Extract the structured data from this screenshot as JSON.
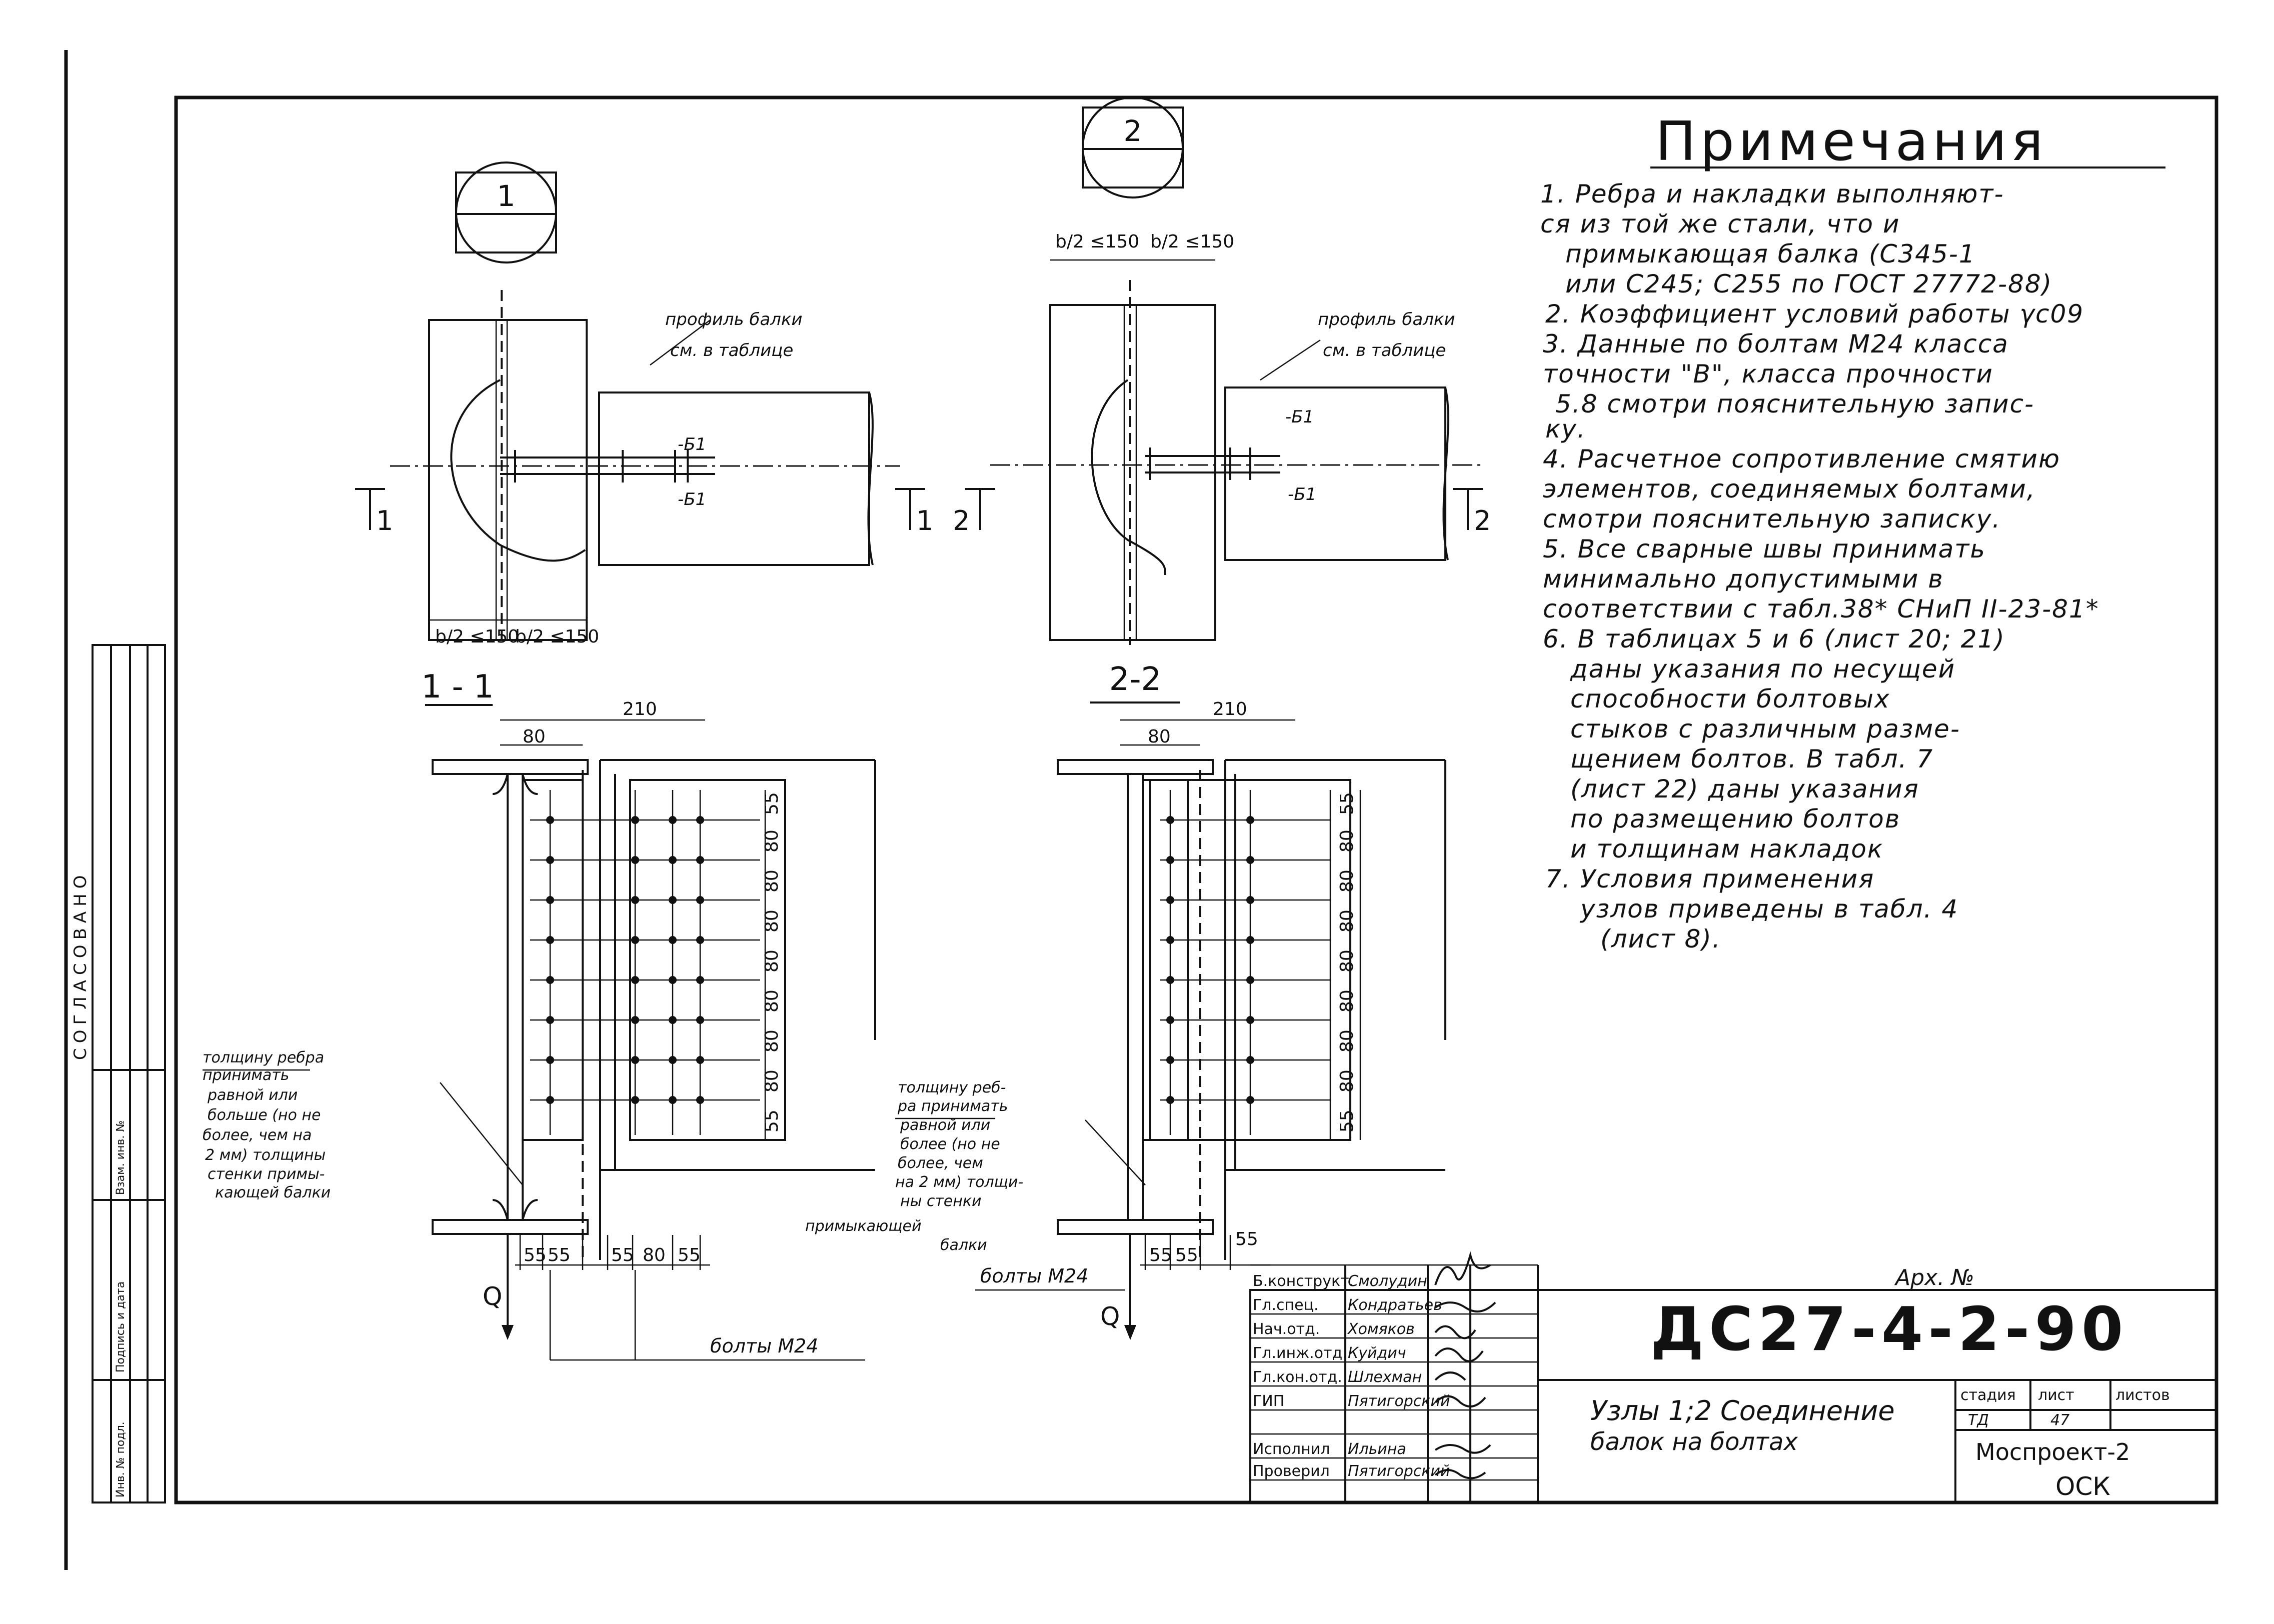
{
  "notes": {
    "title": "Примечания",
    "lines": [
      "1. Ребра и накладки выполняют-",
      "ся из той же стали, что и",
      "примыкающая балка (С345-1",
      "или С245; С255 по ГОСТ 27772-88)",
      "2. Коэффициент условий работы γc09",
      "3. Данные по болтам М24 класса",
      "точности \"В\", класса прочности",
      "5.8 смотри пояснительную запис-",
      "ку.",
      "4. Расчетное сопротивление смятию",
      "элементов, соединяемых болтами,",
      "смотри пояснительную записку.",
      "5. Все сварные швы принимать",
      "минимально допустимыми в",
      "соответствии с табл.38* СНиП II-23-81*",
      "6. В таблицах 5 и 6 (лист 20; 21)",
      "даны указания по несущей",
      "способности болтовых",
      "стыков с различным разме-",
      "щением болтов. В табл. 7",
      "(лист 22) даны указания",
      "по размещению болтов",
      "и толщинам накладок",
      "7. Условия применения",
      "узлов приведены в табл. 4",
      "(лист 8)."
    ]
  },
  "node1": {
    "mark": "1",
    "profile_label_1": "профиль балки",
    "profile_label_2": "см. в таблице",
    "b1_top": "-Б1",
    "b1_bot": "-Б1",
    "cut_left": "1",
    "cut_right": "1",
    "dim_left": "b/2 ≤150",
    "dim_right": "b/2 ≤150"
  },
  "node2": {
    "mark": "2",
    "profile_label_1": "профиль балки",
    "profile_label_2": "см. в таблице",
    "b1_top": "-Б1",
    "b1_bot": "-Б1",
    "cut_left": "2",
    "cut_right": "2",
    "dim_left": "b/2 ≤150",
    "dim_right": "b/2 ≤150"
  },
  "section1": {
    "title": "1 - 1",
    "dim_total": "210",
    "dim_inner": "80",
    "vertical_dims": [
      "55",
      "80",
      "80",
      "80",
      "80",
      "80",
      "80",
      "80",
      "55"
    ],
    "bottom_dims": [
      "55",
      "55",
      "55",
      "80",
      "55"
    ],
    "load": "Q",
    "bolts": "болты М24",
    "note": [
      "толщину ребра",
      "принимать",
      "равной или",
      "больше (но не",
      "более, чем на",
      "2 мм) толщины",
      "стенки примы-",
      "кающей балки"
    ]
  },
  "section2": {
    "title": "2-2",
    "dim_total": "210",
    "dim_inner": "80",
    "vertical_dims": [
      "55",
      "80",
      "80",
      "80",
      "80",
      "80",
      "80",
      "80",
      "55"
    ],
    "bottom_dims": [
      "55",
      "55",
      "55"
    ],
    "load": "Q",
    "bolts": "болты М24",
    "note": [
      "толщину реб-",
      "ра принимать",
      "равной или",
      "более (но не",
      "более, чем",
      "на 2 мм) толщи-",
      "ны стенки",
      "примыкающей",
      "балки"
    ]
  },
  "title_block": {
    "archive": "Арх. №",
    "code": "ДС27-4-2-90",
    "sheet_title_1": "Узлы 1;2 Соединение",
    "sheet_title_2": "балок на болтах",
    "org_1": "Моспроект-2",
    "org_2": "ОСК",
    "col_stage": "стадия",
    "col_sheet": "лист",
    "col_sheets": "листов",
    "stage": "ТД",
    "sheet": "47",
    "roles": [
      {
        "role": "Б.конструкт.",
        "name": "Смолудин"
      },
      {
        "role": "Гл.спец.",
        "name": "Кондратьев"
      },
      {
        "role": "Нач.отд.",
        "name": "Хомяков"
      },
      {
        "role": "Гл.инж.отд.",
        "name": "Куйдич"
      },
      {
        "role": "Гл.кон.отд.",
        "name": "Шлехман"
      },
      {
        "role": "ГИП",
        "name": "Пятигорский"
      },
      {
        "role": "",
        "name": ""
      },
      {
        "role": "Исполнил",
        "name": "Ильина"
      },
      {
        "role": "Проверил",
        "name": "Пятигорский"
      }
    ]
  },
  "side_stamp": {
    "agreed": "СОГЛАСОВАНО",
    "cells": [
      "Взам. инв. №",
      "Подпись и дата",
      "Инв. № подл."
    ]
  }
}
